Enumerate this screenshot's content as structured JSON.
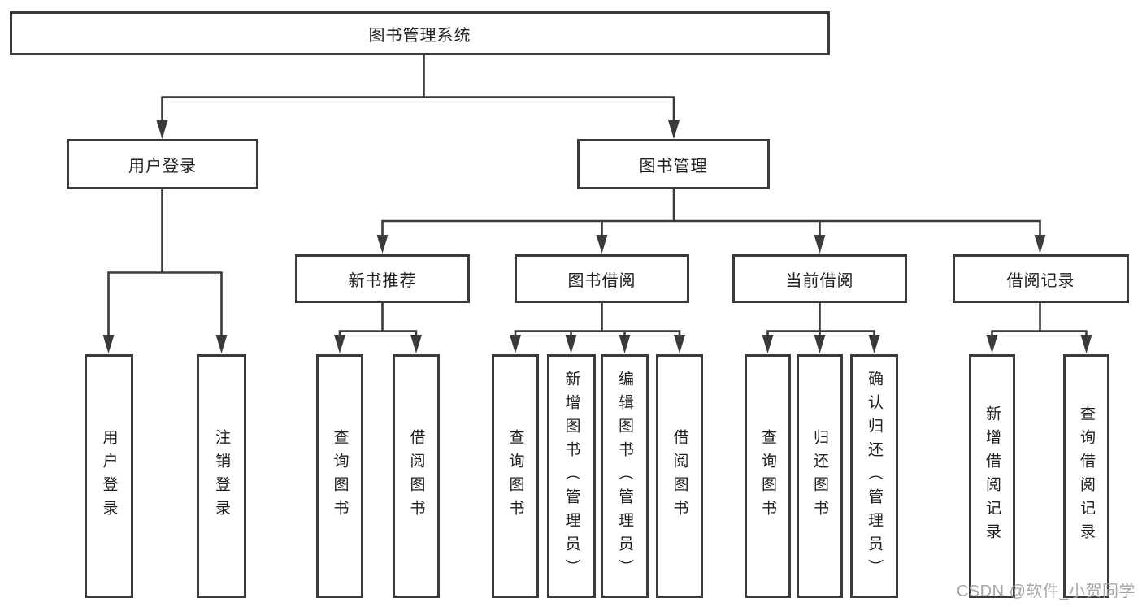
{
  "page": {
    "background": "#ffffff"
  },
  "colors": {
    "line": "#3a3a3a",
    "box_border": "#3a3a3a",
    "text": "#1f1f1f",
    "watermark": "#9e9e9e"
  },
  "watermark": {
    "text": "CSDN @软件_小贺同学"
  },
  "diagram": {
    "type": "tree",
    "root": {
      "label": "图书管理系统"
    },
    "branches": [
      {
        "label": "用户登录",
        "children": [
          {
            "label": "用户登录"
          },
          {
            "label": "注销登录"
          }
        ]
      },
      {
        "label": "图书管理",
        "children": [
          {
            "label": "新书推荐",
            "children": [
              {
                "label": "查询图书"
              },
              {
                "label": "借阅图书"
              }
            ]
          },
          {
            "label": "图书借阅",
            "children": [
              {
                "label": "查询图书"
              },
              {
                "label": "新增图书（管理员）"
              },
              {
                "label": "编辑图书（管理员）"
              },
              {
                "label": "借阅图书"
              }
            ]
          },
          {
            "label": "当前借阅",
            "children": [
              {
                "label": "查询图书"
              },
              {
                "label": "归还图书"
              },
              {
                "label": "确认归还（管理员）"
              }
            ]
          },
          {
            "label": "借阅记录",
            "children": [
              {
                "label": "新增借阅记录"
              },
              {
                "label": "查询借阅记录"
              }
            ]
          }
        ]
      }
    ]
  }
}
